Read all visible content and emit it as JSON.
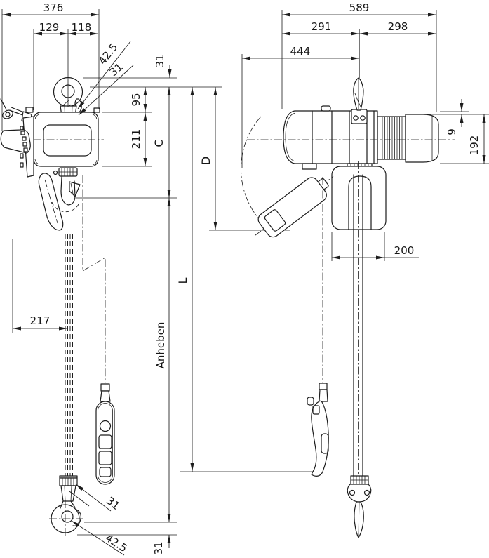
{
  "meta": {
    "type": "technical-drawing",
    "subject": "Electric chain hoist dimensional drawing, front view and side view",
    "units": "mm"
  },
  "colors": {
    "line": "#1c1c1c",
    "background": "#ffffff"
  },
  "dims": {
    "front": {
      "total_width": "376",
      "left_width": "129",
      "right_width": "118",
      "top_hook_throat": "42.5",
      "top_hook_opening": "31",
      "top_offset": "31",
      "body_top": "95",
      "body_height": "211",
      "dim_c": "C",
      "dim_d": "D",
      "dim_l": "L",
      "chain_offset": "217",
      "lift_direction": "Anheben",
      "bottom_hook_opening": "31",
      "bottom_hook_throat": "42.5",
      "bottom_offset": "31"
    },
    "side": {
      "total_length": "589",
      "left_length": "291",
      "right_length": "298",
      "pendant_reach": "444",
      "top_offset": "9",
      "body_height": "192",
      "chain_bag_width": "200"
    }
  }
}
